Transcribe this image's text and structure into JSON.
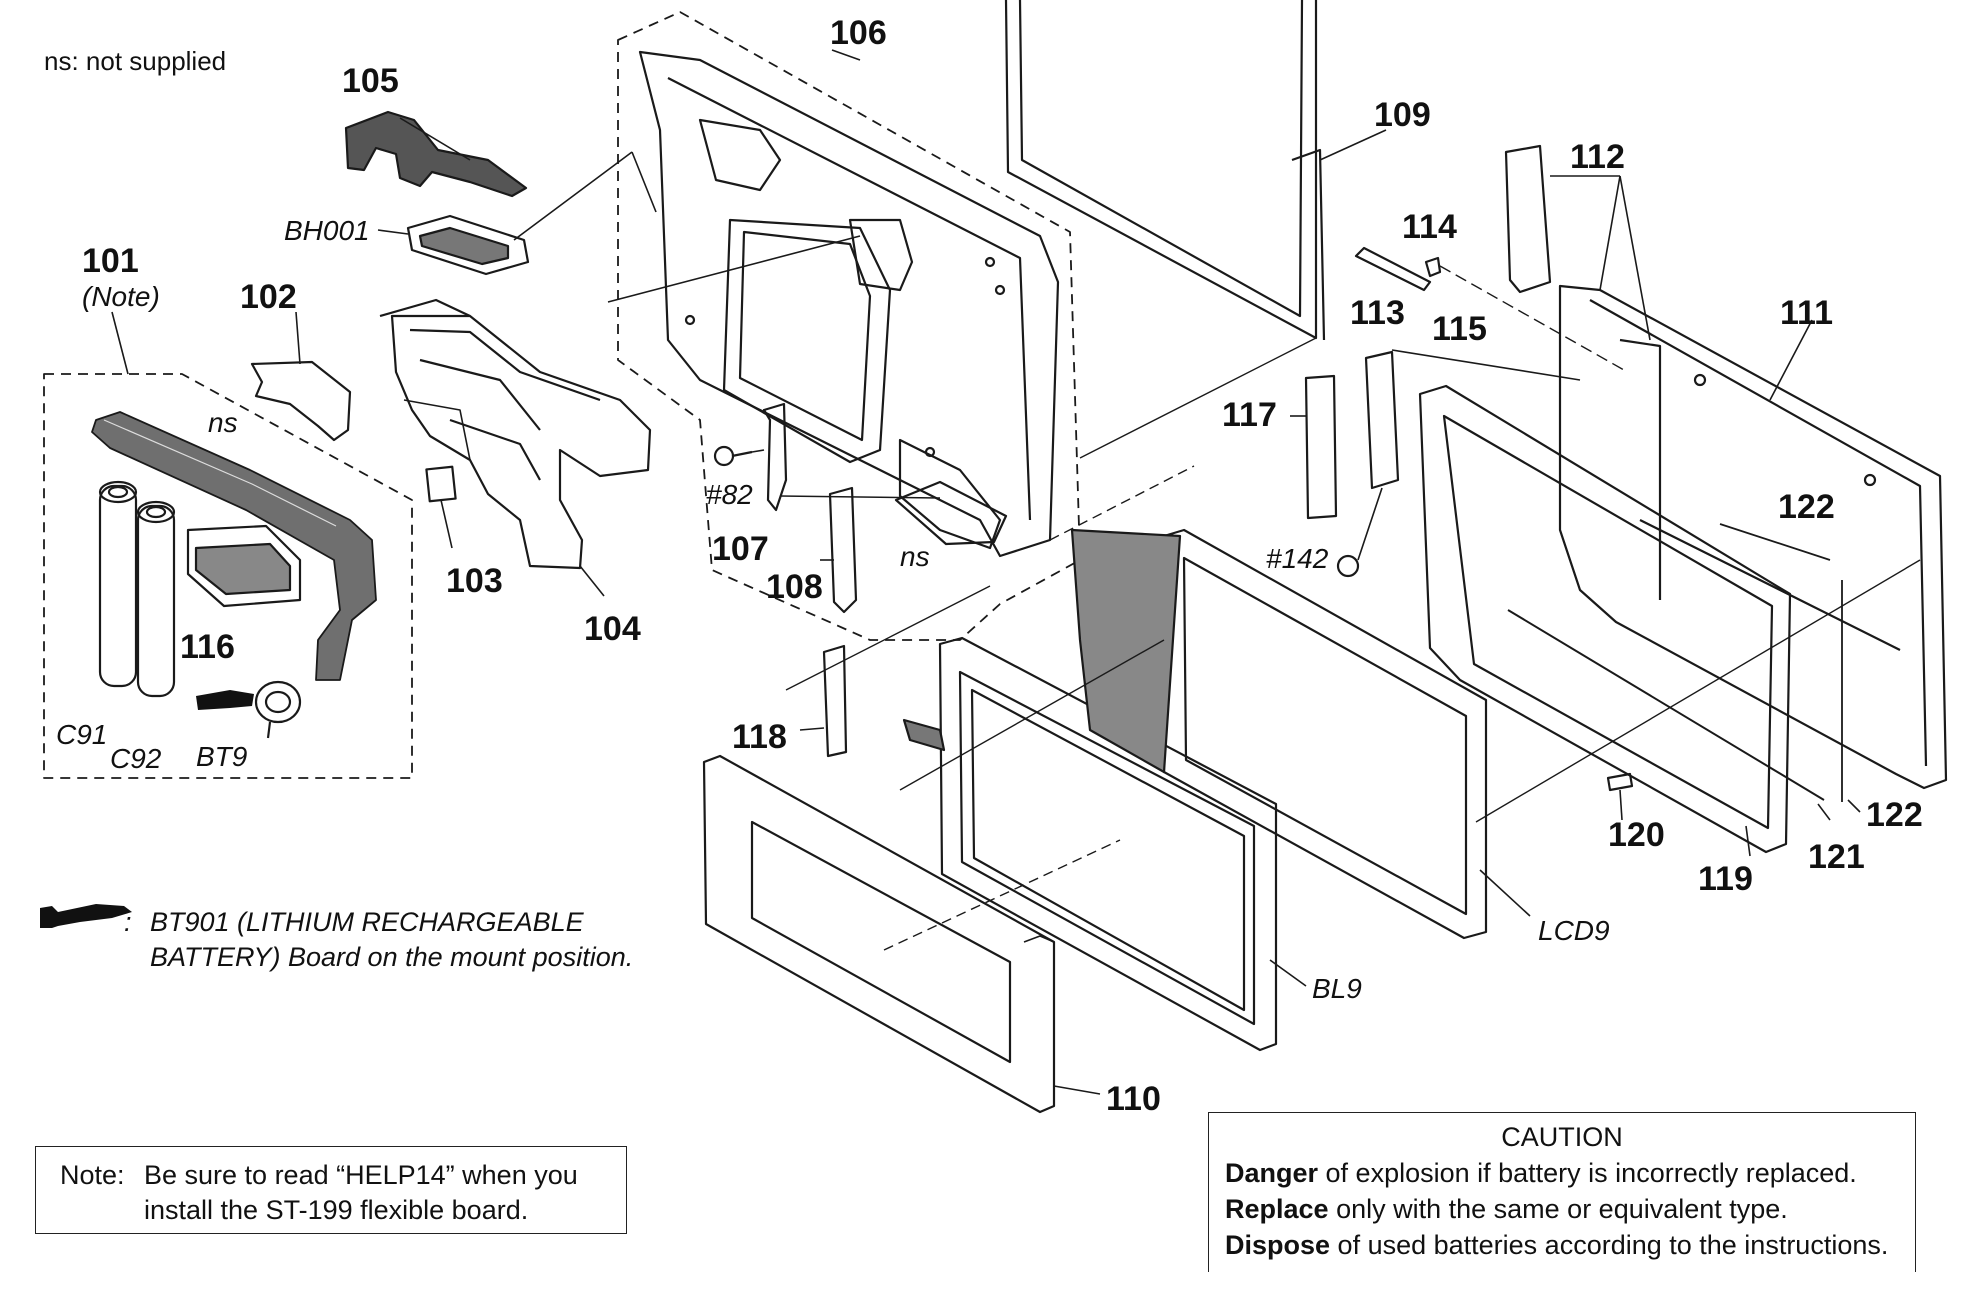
{
  "top_note": "ns: not supplied",
  "labels": {
    "l101": "101",
    "l101_note": "(Note)",
    "l102": "102",
    "l103": "103",
    "l104": "104",
    "l105": "105",
    "l106": "106",
    "l107": "107",
    "l108": "108",
    "l109": "109",
    "l110": "110",
    "l111": "111",
    "l112": "112",
    "l113": "113",
    "l114": "114",
    "l115": "115",
    "l116": "116",
    "l117": "117",
    "l118": "118",
    "l119": "119",
    "l120": "120",
    "l121": "121",
    "l122a": "122",
    "l122b": "122",
    "bh001": "BH001",
    "ns1": "ns",
    "ns2": "ns",
    "s82": "#82",
    "s142": "#142",
    "c91": "C91",
    "c92": "C92",
    "bt9": "BT9",
    "lcd9": "LCD9",
    "bl9": "BL9"
  },
  "battery_note": {
    "line1": "BT901 (LITHIUM RECHARGEABLE",
    "line2": "BATTERY) Board on the mount position."
  },
  "note_box": {
    "heading": "Note:",
    "body": "Be sure to read “HELP14” when you install the ST-199 flexible board."
  },
  "caution": {
    "title": "CAUTION",
    "line1_bold": "Danger",
    "line1_rest": " of explosion if battery is incorrectly replaced.",
    "line2_bold": "Replace",
    "line2_rest": " only with the same or equivalent type.",
    "line3_bold": "Dispose",
    "line3_rest": " of used batteries according to the instructions."
  }
}
